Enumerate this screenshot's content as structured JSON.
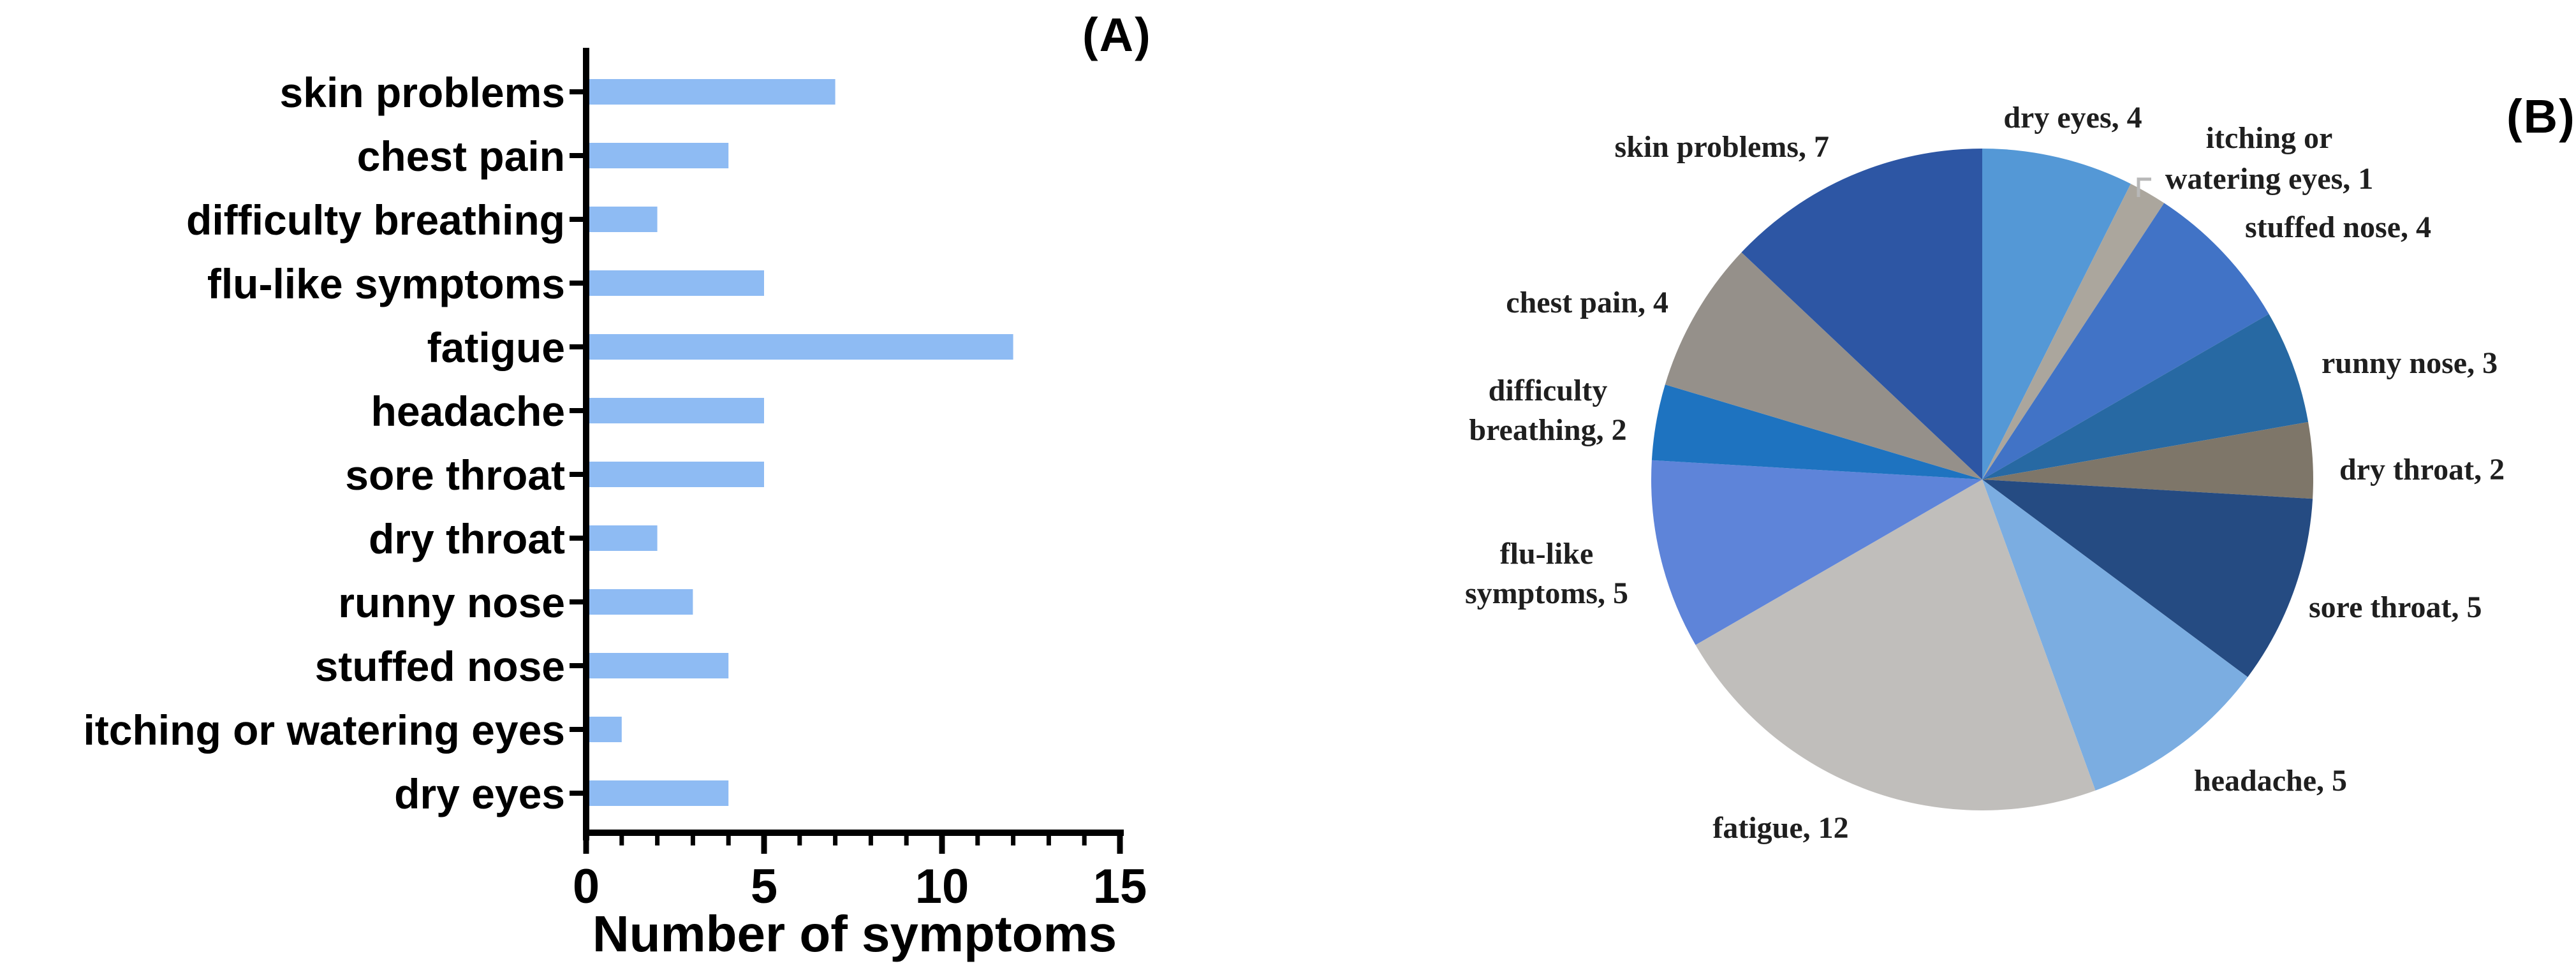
{
  "figure": {
    "panel_a_label": "(A)",
    "panel_b_label": "(B)",
    "background": "#ffffff"
  },
  "chart_data": [
    {
      "type": "bar",
      "orientation": "horizontal",
      "title": "",
      "xlabel": "Number of symptoms",
      "xlim": [
        0,
        15
      ],
      "x_major_ticks": [
        0,
        5,
        10,
        15
      ],
      "x_minor_tick_step": 1,
      "grid": false,
      "bar_color": "#8EBBF3",
      "axis_color": "#000000",
      "categories": [
        "skin problems",
        "chest pain",
        "difficulty breathing",
        "flu-like symptoms",
        "fatigue",
        "headache",
        "sore throat",
        "dry throat",
        "runny nose",
        "stuffed nose",
        "itching or watering eyes",
        "dry eyes"
      ],
      "values": [
        7,
        4,
        2,
        5,
        12,
        5,
        5,
        2,
        3,
        4,
        1,
        4
      ]
    },
    {
      "type": "pie",
      "start_angle_deg": 0,
      "direction": "clockwise",
      "total": 54,
      "slices": [
        {
          "label": "dry eyes",
          "value": 4,
          "color": "#5498D6",
          "label_lines": [
            "dry eyes, 4"
          ]
        },
        {
          "label": "itching or watering eyes",
          "value": 1,
          "color": "#ABA69D",
          "label_lines": [
            "itching or",
            "watering eyes, 1"
          ]
        },
        {
          "label": "stuffed nose",
          "value": 4,
          "color": "#4173C6",
          "label_lines": [
            "stuffed nose, 4"
          ]
        },
        {
          "label": "runny nose",
          "value": 3,
          "color": "#2769A3",
          "label_lines": [
            "runny nose, 3"
          ]
        },
        {
          "label": "dry throat",
          "value": 2,
          "color": "#7E7669",
          "label_lines": [
            "dry throat, 2"
          ]
        },
        {
          "label": "sore throat",
          "value": 5,
          "color": "#254B82",
          "label_lines": [
            "sore throat, 5"
          ]
        },
        {
          "label": "headache",
          "value": 5,
          "color": "#7BADE1",
          "label_lines": [
            "headache, 5"
          ]
        },
        {
          "label": "fatigue",
          "value": 12,
          "color": "#C0BEBB",
          "label_lines": [
            "fatigue, 12"
          ]
        },
        {
          "label": "flu-like symptoms",
          "value": 5,
          "color": "#5E84D9",
          "label_lines": [
            "flu-like",
            "symptoms, 5"
          ]
        },
        {
          "label": "difficulty breathing",
          "value": 2,
          "color": "#1E73C0",
          "label_lines": [
            "difficulty",
            "breathing, 2"
          ]
        },
        {
          "label": "chest pain",
          "value": 4,
          "color": "#95908A",
          "label_lines": [
            "chest pain, 4"
          ]
        },
        {
          "label": "skin problems",
          "value": 7,
          "color": "#2D56A4",
          "label_lines": [
            "skin problems, 7"
          ]
        }
      ],
      "leader_line_color": "#b8b8b8"
    }
  ]
}
